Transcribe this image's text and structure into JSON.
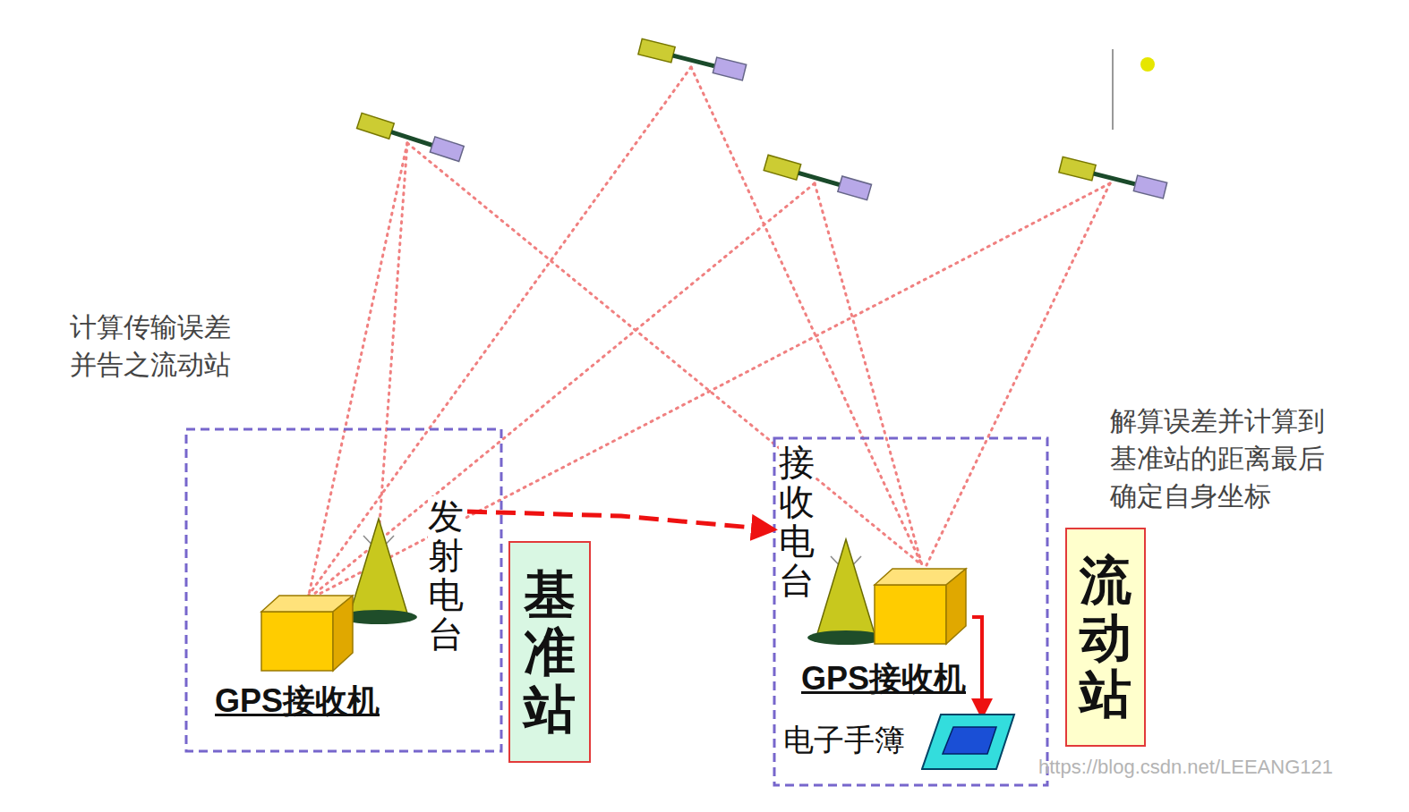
{
  "diagram": {
    "nodes": [
      {
        "text": [
          "发射电台"
        ]
      },
      {
        "text": [
          "GPS接收机"
        ]
      },
      {
        "text": [
          "基准站"
        ]
      },
      {
        "text": [
          "接收电台"
        ]
      },
      {
        "text": [
          "GPS接收机"
        ]
      },
      {
        "text": [
          "电子手簿"
        ]
      },
      {
        "text": [
          "流动站"
        ]
      }
    ],
    "edges": [
      {
        "from": 0,
        "to": 3,
        "arrow": "to"
      },
      {
        "from": 4,
        "to": 5,
        "arrow": "to"
      }
    ],
    "labels": [
      "计算传输误差 并告之流动站",
      "解算误差并计算到 基准站的距离最后 确定自身坐标",
      "https://blog.csdn.net/LEEANG121"
    ]
  }
}
